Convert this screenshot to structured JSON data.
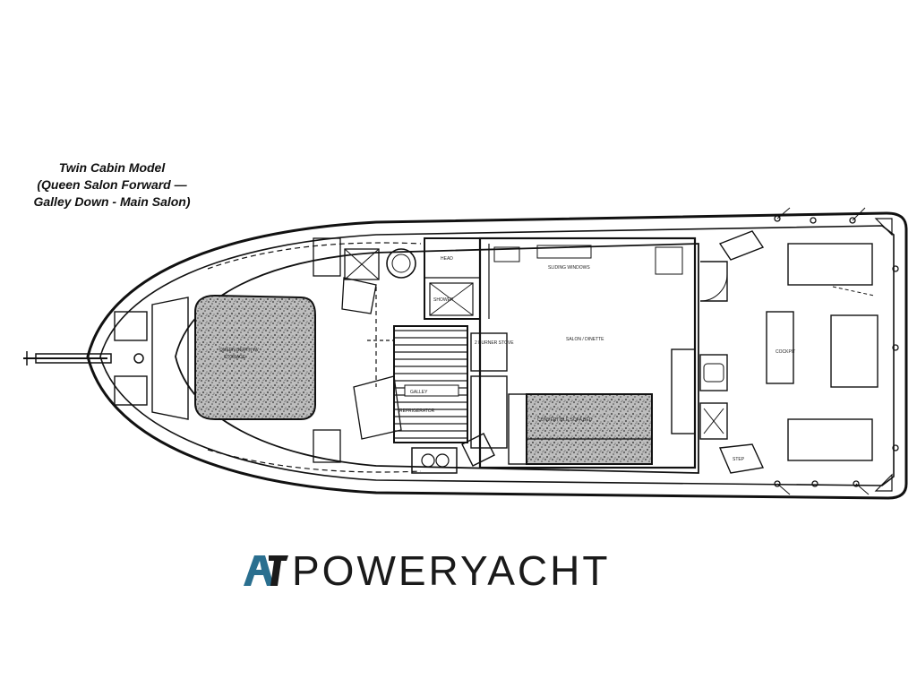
{
  "caption": {
    "line1": "Twin Cabin Model",
    "line2": "(Queen Salon Forward —",
    "line3": "Galley Down - Main Salon)"
  },
  "labels": {
    "salon_dinette": "SALON / DINETTE",
    "galley": "GALLEY",
    "cockpit": "COCKPIT",
    "step": "STEP",
    "head": "HEAD",
    "shower": "SHOWER",
    "refrigerator": "REFRIGERATOR",
    "stove": "2 BURNER STOVE"
  },
  "logo": {
    "text": "POWERYACHT",
    "mark_color": "#2a6f8f"
  }
}
